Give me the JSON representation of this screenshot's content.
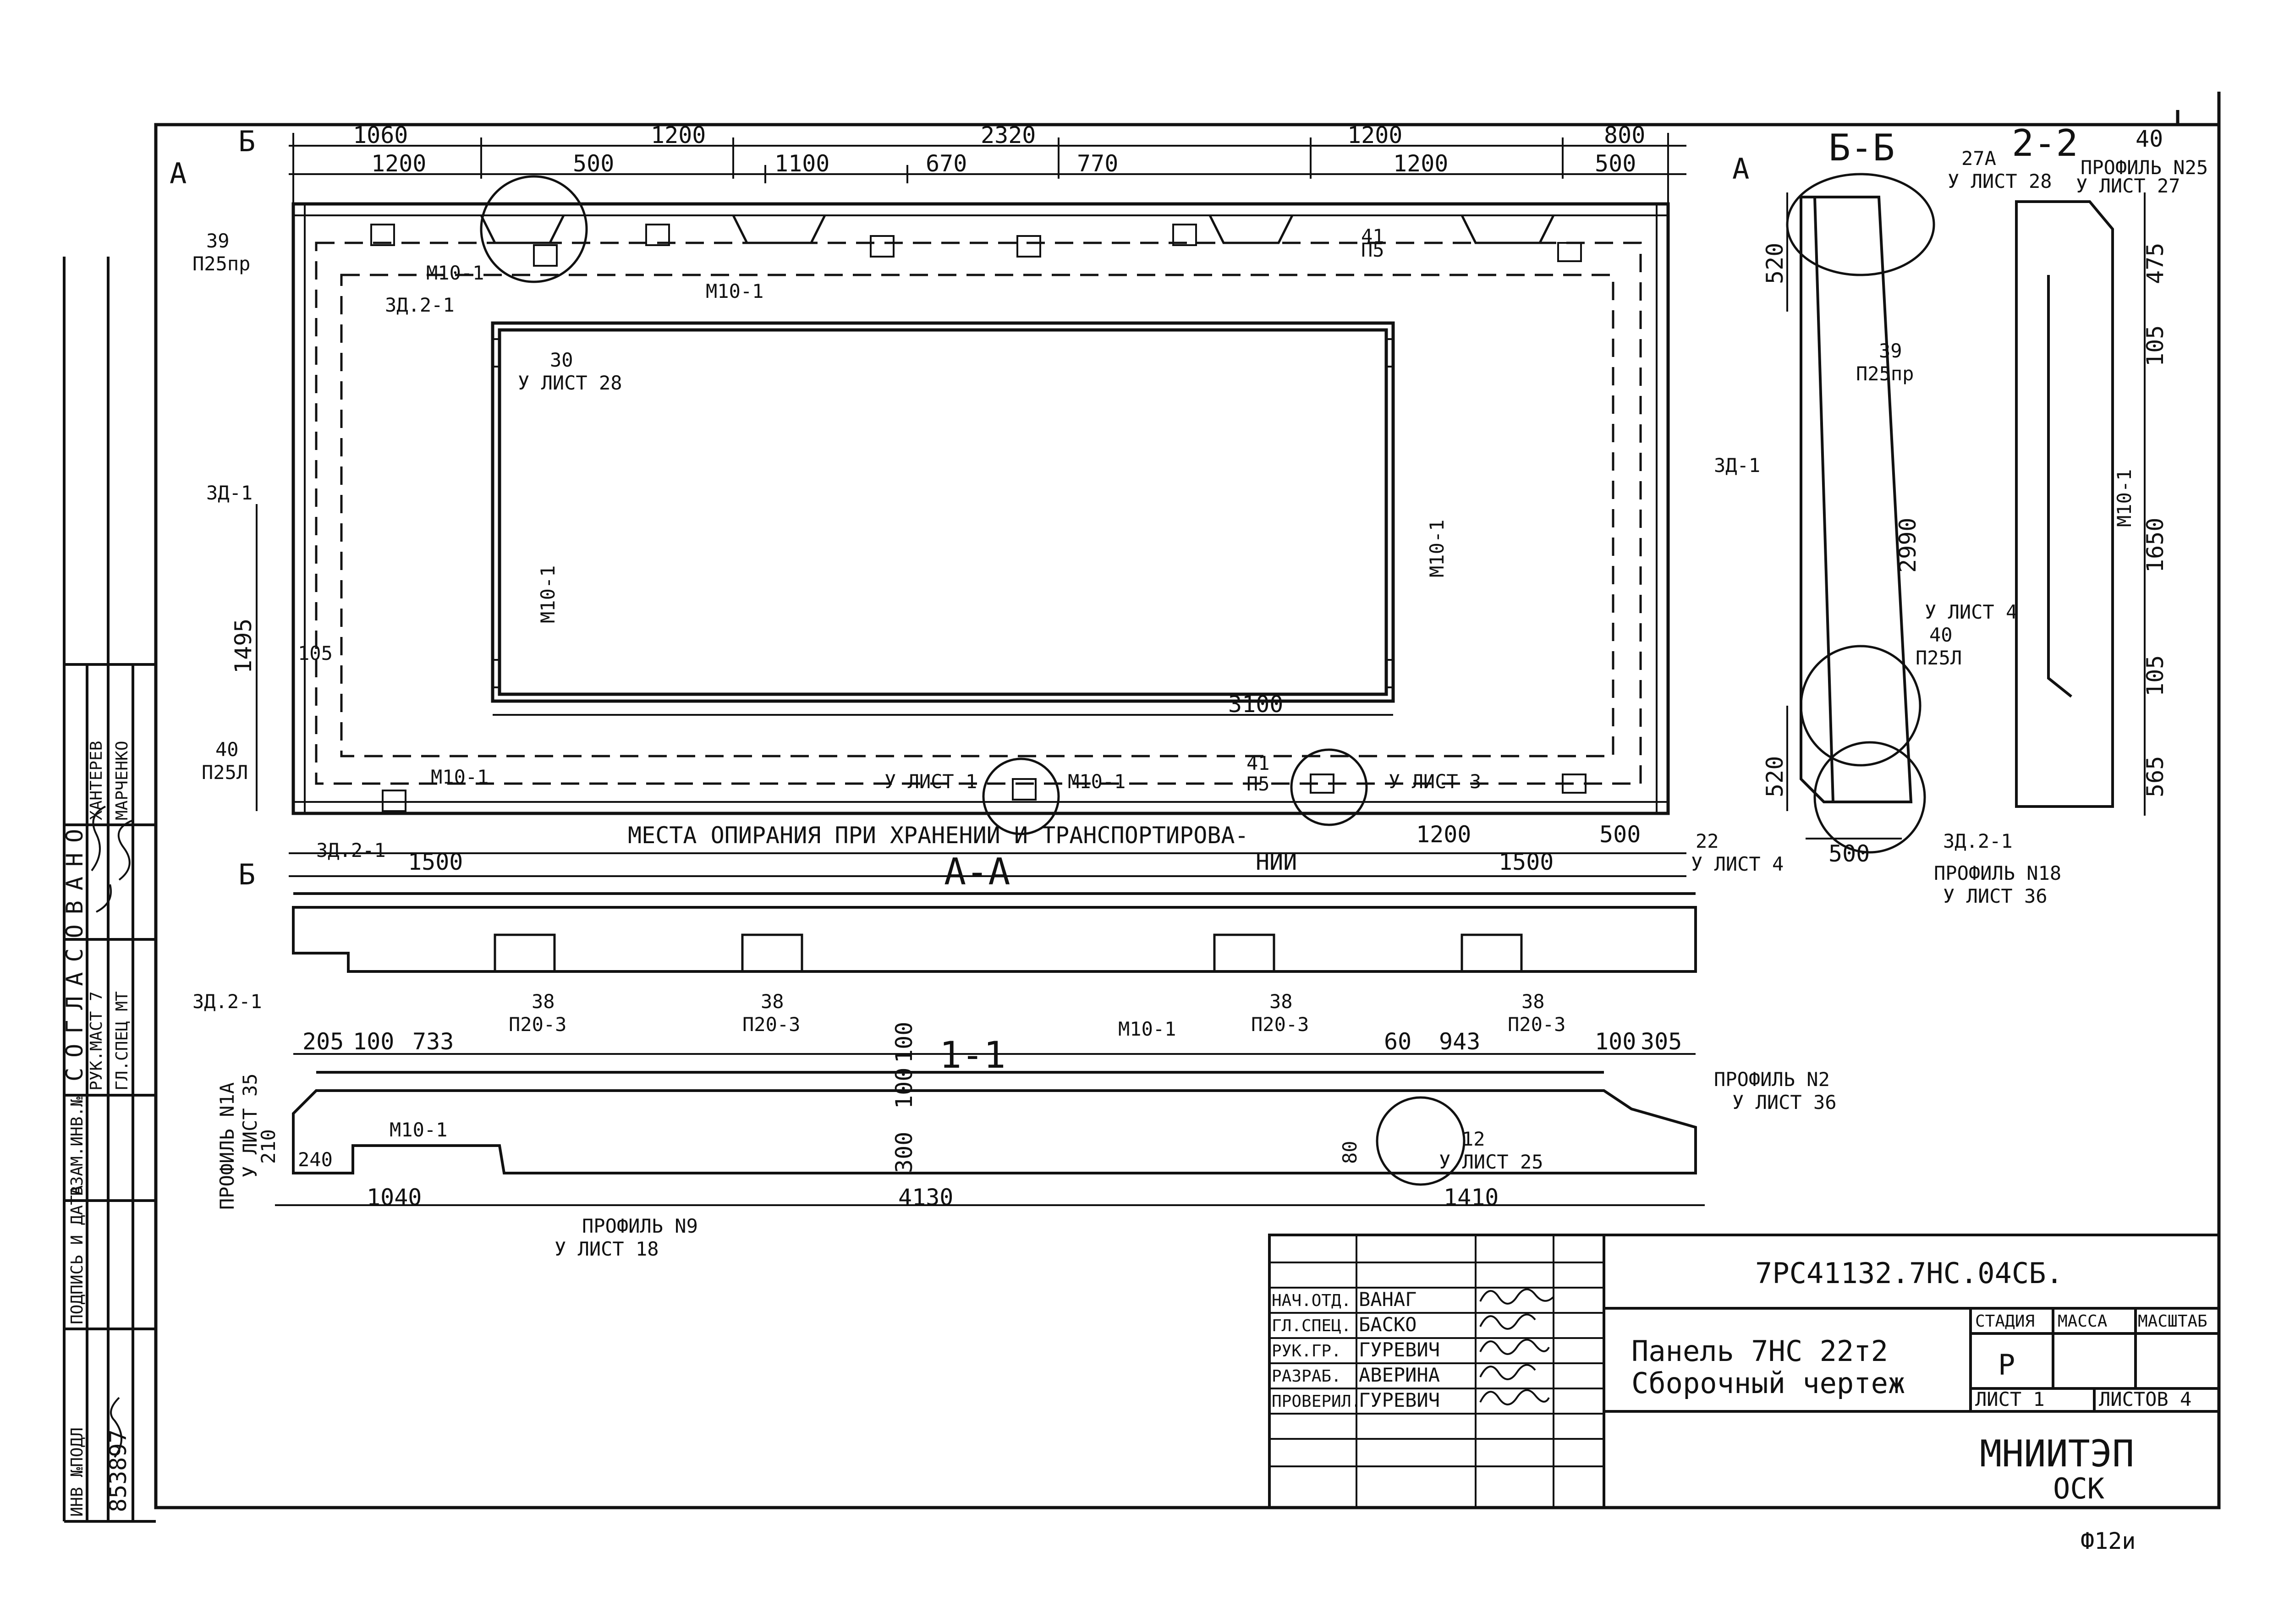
{
  "doc": {
    "code": "7РС41132.7НС.04СБ.",
    "title_line1": "Панель 7НС 22т2",
    "title_line2": "Сборочный чертеж",
    "org": "МНИИТЭП",
    "dept": "ОСК",
    "corner_mark": "Ф12и",
    "stage_label": "СТАДИЯ",
    "mass_label": "МАССА",
    "scale_label": "МАСШТАБ",
    "stage_value": "Р",
    "sheet_label": "ЛИСТ 1",
    "sheets_label": "ЛИСТОВ 4"
  },
  "signatures": [
    {
      "role": "НАЧ.ОТД.",
      "name": "ВАНАГ"
    },
    {
      "role": "ГЛ.СПЕЦ.",
      "name": "БАСКО"
    },
    {
      "role": "РУК.ГР.",
      "name": "ГУРЕВИЧ"
    },
    {
      "role": "РАЗРАБ.",
      "name": "АВЕРИНА"
    },
    {
      "role": "ПРОВЕРИЛ.",
      "name": "ГУРЕВИЧ"
    }
  ],
  "left_stamp": {
    "approved": "СОГЛАСОВАНО",
    "row1_role": "РУК.МАСТ 7",
    "row1_name": "ХАНТЕРЕВ",
    "row2_role": "ГЛ.СПЕЦ МТ",
    "row2_name": "МАРЧЕНКО",
    "inv_label": "ИНВ №ПОДЛ",
    "inv_value": "853897",
    "sign_label": "ПОДПИСЬ И ДАТА",
    "replace_label": "ВЗАМ.ИНВ.№"
  },
  "views": {
    "main_top_dims": [
      "1060",
      "1200",
      "2320",
      "1200",
      "800"
    ],
    "main_second_dims": [
      "1200",
      "500",
      "1100",
      "670",
      "770",
      "1200",
      "500"
    ],
    "main_bottom_dims": [
      "1500",
      "1200",
      "500",
      "1500"
    ],
    "opening_width": "3100",
    "height_dims": [
      "1495",
      "105"
    ],
    "support_note_1": "МЕСТА ОПИРАНИЯ ПРИ ХРАНЕНИИ И ТРАНСПОРТИРОВА-",
    "support_note_2": "НИИ",
    "section_bb": "Б-Б",
    "section_22": "2-2",
    "section_aa": "А-А",
    "section_11": "1-1",
    "bb_dims": [
      "520",
      "2990",
      "520",
      "500"
    ],
    "v22_dims": [
      "40",
      "475",
      "105",
      "1650",
      "105",
      "565"
    ],
    "s11_dims_top": [
      "205",
      "100",
      "733",
      "60",
      "943",
      "100",
      "305"
    ],
    "s11_dims_bottom": [
      "1040",
      "4130",
      "1410"
    ],
    "s11_dims_side": [
      "210",
      "240",
      "300",
      "100",
      "100",
      "80"
    ]
  },
  "callouts": {
    "c39": "39",
    "c39_ref": "П25пр",
    "m10": "М10-1",
    "c30": "30",
    "c30_ref": "У ЛИСТ 28",
    "zd1": "ЗД-1",
    "zd21": "ЗД.2-1",
    "c40": "40",
    "c40_ref": "П25Л",
    "c41": "41",
    "c41_ref": "П5",
    "c3_ref": "У ЛИСТ 1",
    "c7a_ref": "У ЛИСТ 3",
    "c38": "38",
    "c38_ref": "П20-3",
    "prof1a": "ПРОФИЛЬ N1А",
    "prof1a_ref": "У ЛИСТ 35",
    "prof2": "ПРОФИЛЬ N2",
    "prof2_ref": "У ЛИСТ 36",
    "prof9": "ПРОФИЛЬ N9",
    "prof9_ref": "У ЛИСТ 18",
    "prof18": "ПРОФИЛЬ N18",
    "prof18_ref": "У ЛИСТ 36",
    "prof25": "ПРОФИЛЬ N25",
    "prof25_ref": "У ЛИСТ 27",
    "c12_ref": "У ЛИСТ 25",
    "c22": "22",
    "c22_ref": "У ЛИСТ 4",
    "c27a": "27А",
    "c27a_ref": "У ЛИСТ 28",
    "c21_ref": "У ЛИСТ 4"
  }
}
